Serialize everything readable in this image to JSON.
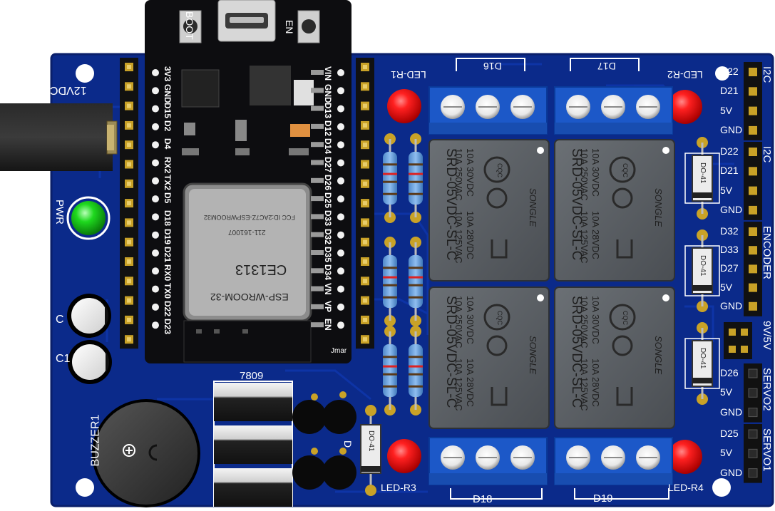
{
  "board": {
    "colors": {
      "pcb": "#0b2a8a",
      "pcb_edge": "#0a1f6a",
      "silk": "#ffffff",
      "module": "#0d0d10",
      "terminal": "#1c58c8",
      "relay": "#5a5e63",
      "led_red": "#e01010",
      "led_green": "#18c018",
      "header_gold": "#c9a227"
    },
    "power_jack_label": "12VDC",
    "pwr_led_label": "PWR",
    "cap_labels": [
      "C",
      "C1"
    ],
    "buzzer_label": "BUZZER1",
    "regulator_label": "7809",
    "diode_small_label": "D",
    "diode_package": "DO-41",
    "esp32": {
      "boot_label": "BOOT",
      "en_label": "EN",
      "module_name": "ESP-WROOM-32",
      "cert_text": "CE1313",
      "fcc_text": "FCC ID:2AC7Z-ESPWROOM32",
      "r_text": "211-161007",
      "edge_text": "Jmar",
      "left_pins": [
        "3V3",
        "GND",
        "D15",
        "D2",
        "D4",
        "RX2",
        "TX2",
        "D5",
        "D18",
        "D19",
        "D21",
        "RX0",
        "TX0",
        "D22",
        "D23"
      ],
      "right_pins": [
        "VIN",
        "GND",
        "D13",
        "D12",
        "D14",
        "D27",
        "D26",
        "D25",
        "D33",
        "D32",
        "D35",
        "D34",
        "VN",
        "VP",
        "EN"
      ]
    },
    "relay": {
      "brand": "SONGLE",
      "model": "SRD-05VDC-SL-C",
      "rating_lines": [
        "10A 250VAC",
        "10A 30VDC",
        "10A 125VAC",
        "10A 28VDC"
      ],
      "cqc": "CQC"
    },
    "relay_labels": [
      "D16",
      "D17",
      "D18",
      "D19"
    ],
    "led_labels": [
      "LED-R1",
      "LED-R2",
      "LED-R3",
      "LED-R4"
    ],
    "connectors": [
      {
        "title": "I2C",
        "pins": [
          "D22",
          "D21",
          "5V",
          "GND"
        ]
      },
      {
        "title": "I2C",
        "pins": [
          "D22",
          "D21",
          "5V",
          "GND"
        ]
      },
      {
        "title": "ENCODER",
        "pins": [
          "D32",
          "D33",
          "D27",
          "5V",
          "GND"
        ]
      },
      {
        "title": "9V/5V",
        "pins": []
      },
      {
        "title": "SERVO2",
        "pins": [
          "D26",
          "5V",
          "GND"
        ]
      },
      {
        "title": "SERVO1",
        "pins": [
          "D25",
          "5V",
          "GND"
        ]
      }
    ]
  }
}
